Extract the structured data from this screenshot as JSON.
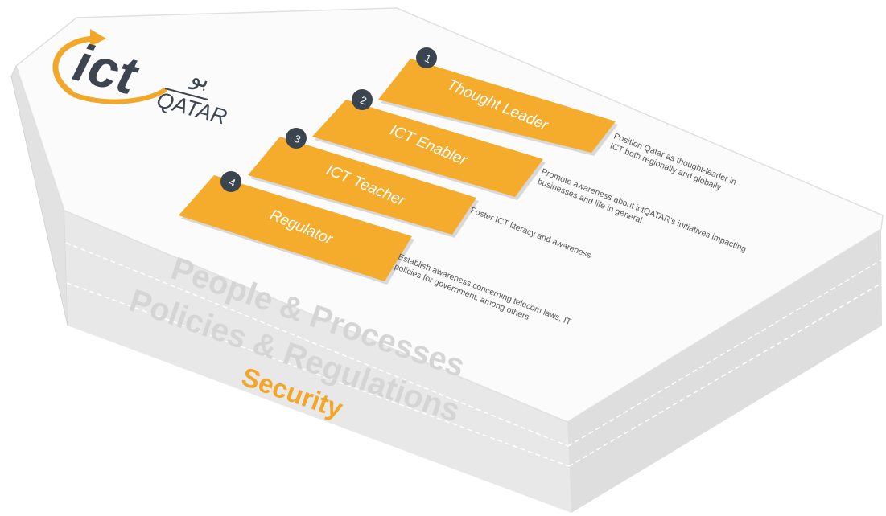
{
  "logo": {
    "text_main": "ict",
    "text_sub": "QATAR",
    "arabic_hint": "بو",
    "colors": {
      "dark": "#3d4650",
      "accent": "#f4a629"
    }
  },
  "roles": [
    {
      "number": "1",
      "title": "Thought Leader",
      "description": "Position Qatar as thought-leader in ICT both regionally and globally"
    },
    {
      "number": "2",
      "title": "ICT Enabler",
      "description": "Promote awareness about ictQATAR's initiatives impacting businesses and life in general"
    },
    {
      "number": "3",
      "title": "ICT Teacher",
      "description": "Foster ICT literacy and awareness"
    },
    {
      "number": "4",
      "title": "Regulator",
      "description": "Establish awareness concerning telecom laws, IT policies for government, among others"
    }
  ],
  "layers": {
    "people": "People & Processes",
    "policies": "Policies & Regulations",
    "security": "Security"
  },
  "colors": {
    "role_fill": "#f5ac2c",
    "badge_fill": "#3a4550",
    "slab_top": "#fbfbfb",
    "slab_side_light": "#e7e7e7",
    "slab_side_dark": "#dcdcdc",
    "layer_text": "#d3d3d3",
    "security_text": "#f4a629"
  }
}
